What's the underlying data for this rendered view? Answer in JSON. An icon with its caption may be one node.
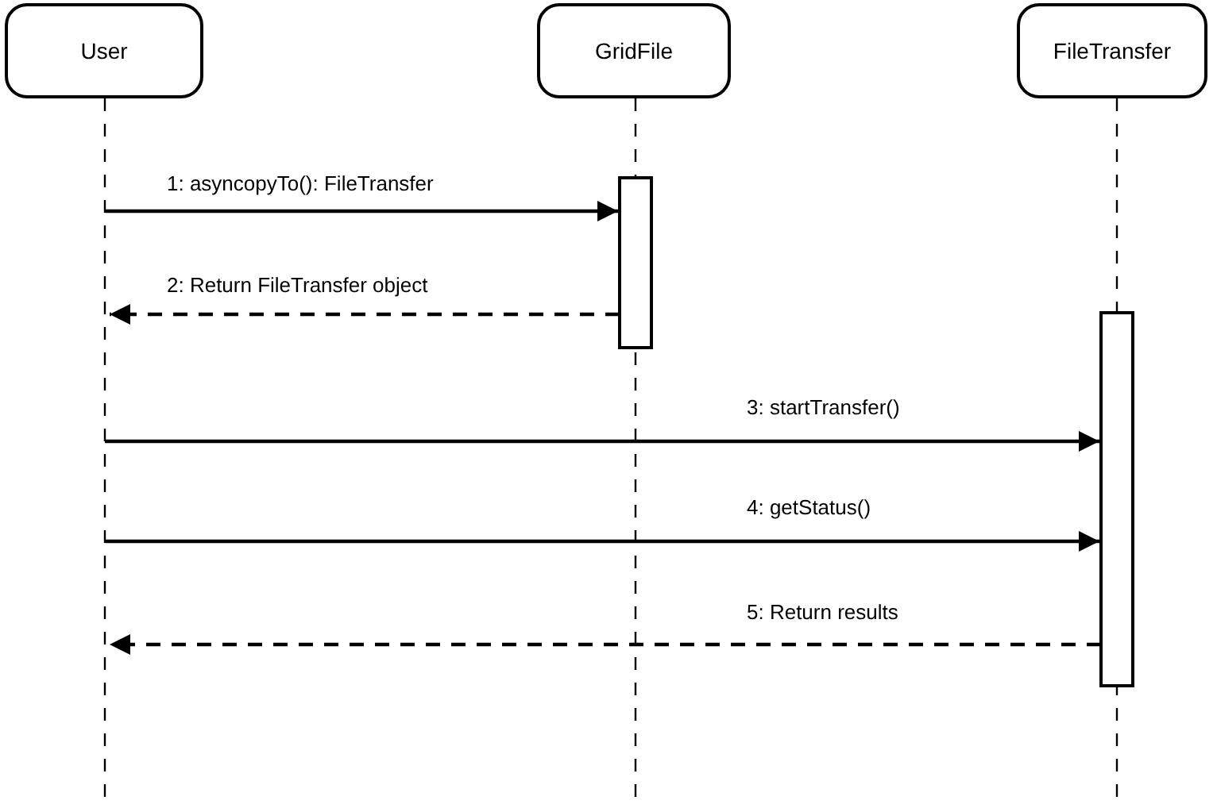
{
  "diagram": {
    "nodes": [
      {
        "text": [
          "User"
        ]
      },
      {
        "text": [
          "GridFile"
        ]
      },
      {
        "text": [
          "FileTransfer"
        ]
      },
      {
        "text": [],
        "shape": "bar",
        "in": 1
      },
      {
        "text": [],
        "shape": "bar",
        "in": 2
      }
    ],
    "edges": [
      {
        "from": 0,
        "to": 3,
        "arrow": "to",
        "label": "1: asyncopyTo(): FileTransfer"
      },
      {
        "from": 3,
        "to": 0,
        "arrow": "to",
        "style": "dashed",
        "label": "2: Return FileTransfer object"
      },
      {
        "from": 0,
        "to": 4,
        "arrow": "to",
        "label": "3: startTransfer()"
      },
      {
        "from": 0,
        "to": 4,
        "arrow": "to",
        "label": "4: getStatus()"
      },
      {
        "from": 4,
        "to": 0,
        "arrow": "to",
        "style": "dashed",
        "label": "5: Return results"
      }
    ]
  }
}
